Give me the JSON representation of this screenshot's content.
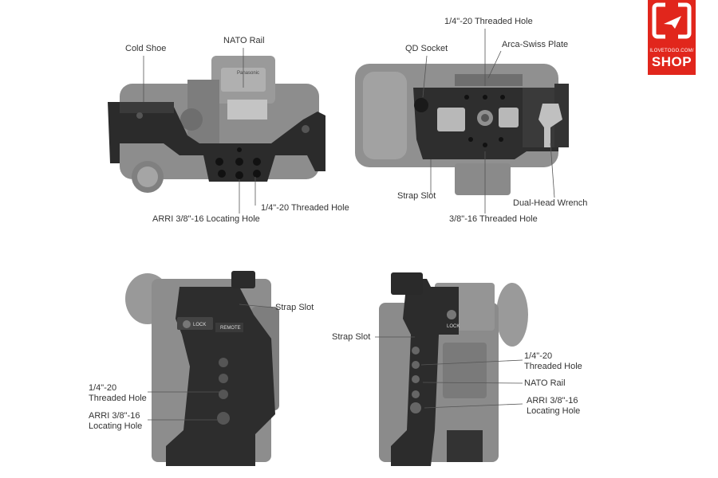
{
  "brand": {
    "site": "ILOVETOGO.COM/",
    "shop": "SHOP",
    "color": "#e1261c"
  },
  "views": {
    "top": {
      "cold_shoe": "Cold Shoe",
      "nato_rail": "NATO Rail",
      "threaded_hole": "1/4\"-20 Threaded Hole",
      "arri_hole": "ARRI 3/8\"-16 Locating Hole",
      "camera_brand": "Panasonic"
    },
    "bottom": {
      "threaded_hole": "1/4\"-20 Threaded Hole",
      "arca_plate": "Arca-Swiss Plate",
      "qd_socket": "QD Socket",
      "strap_slot": "Strap Slot",
      "wrench": "Dual-Head Wrench",
      "threaded_hole_38": "3/8\"-16 Threaded Hole"
    },
    "left": {
      "strap_slot": "Strap Slot",
      "threaded_hole": "1/4\"-20\nThreaded Hole",
      "arri_hole": "ARRI 3/8\"-16\nLocating Hole",
      "lock": "LOCK",
      "remote": "REMOTE"
    },
    "right": {
      "strap_slot": "Strap Slot",
      "threaded_hole": "1/4\"-20\nThreaded Hole",
      "nato_rail": "NATO Rail",
      "arri_hole": "ARRI 3/8\"-16\nLocating Hole",
      "lock": "LOCK"
    }
  }
}
